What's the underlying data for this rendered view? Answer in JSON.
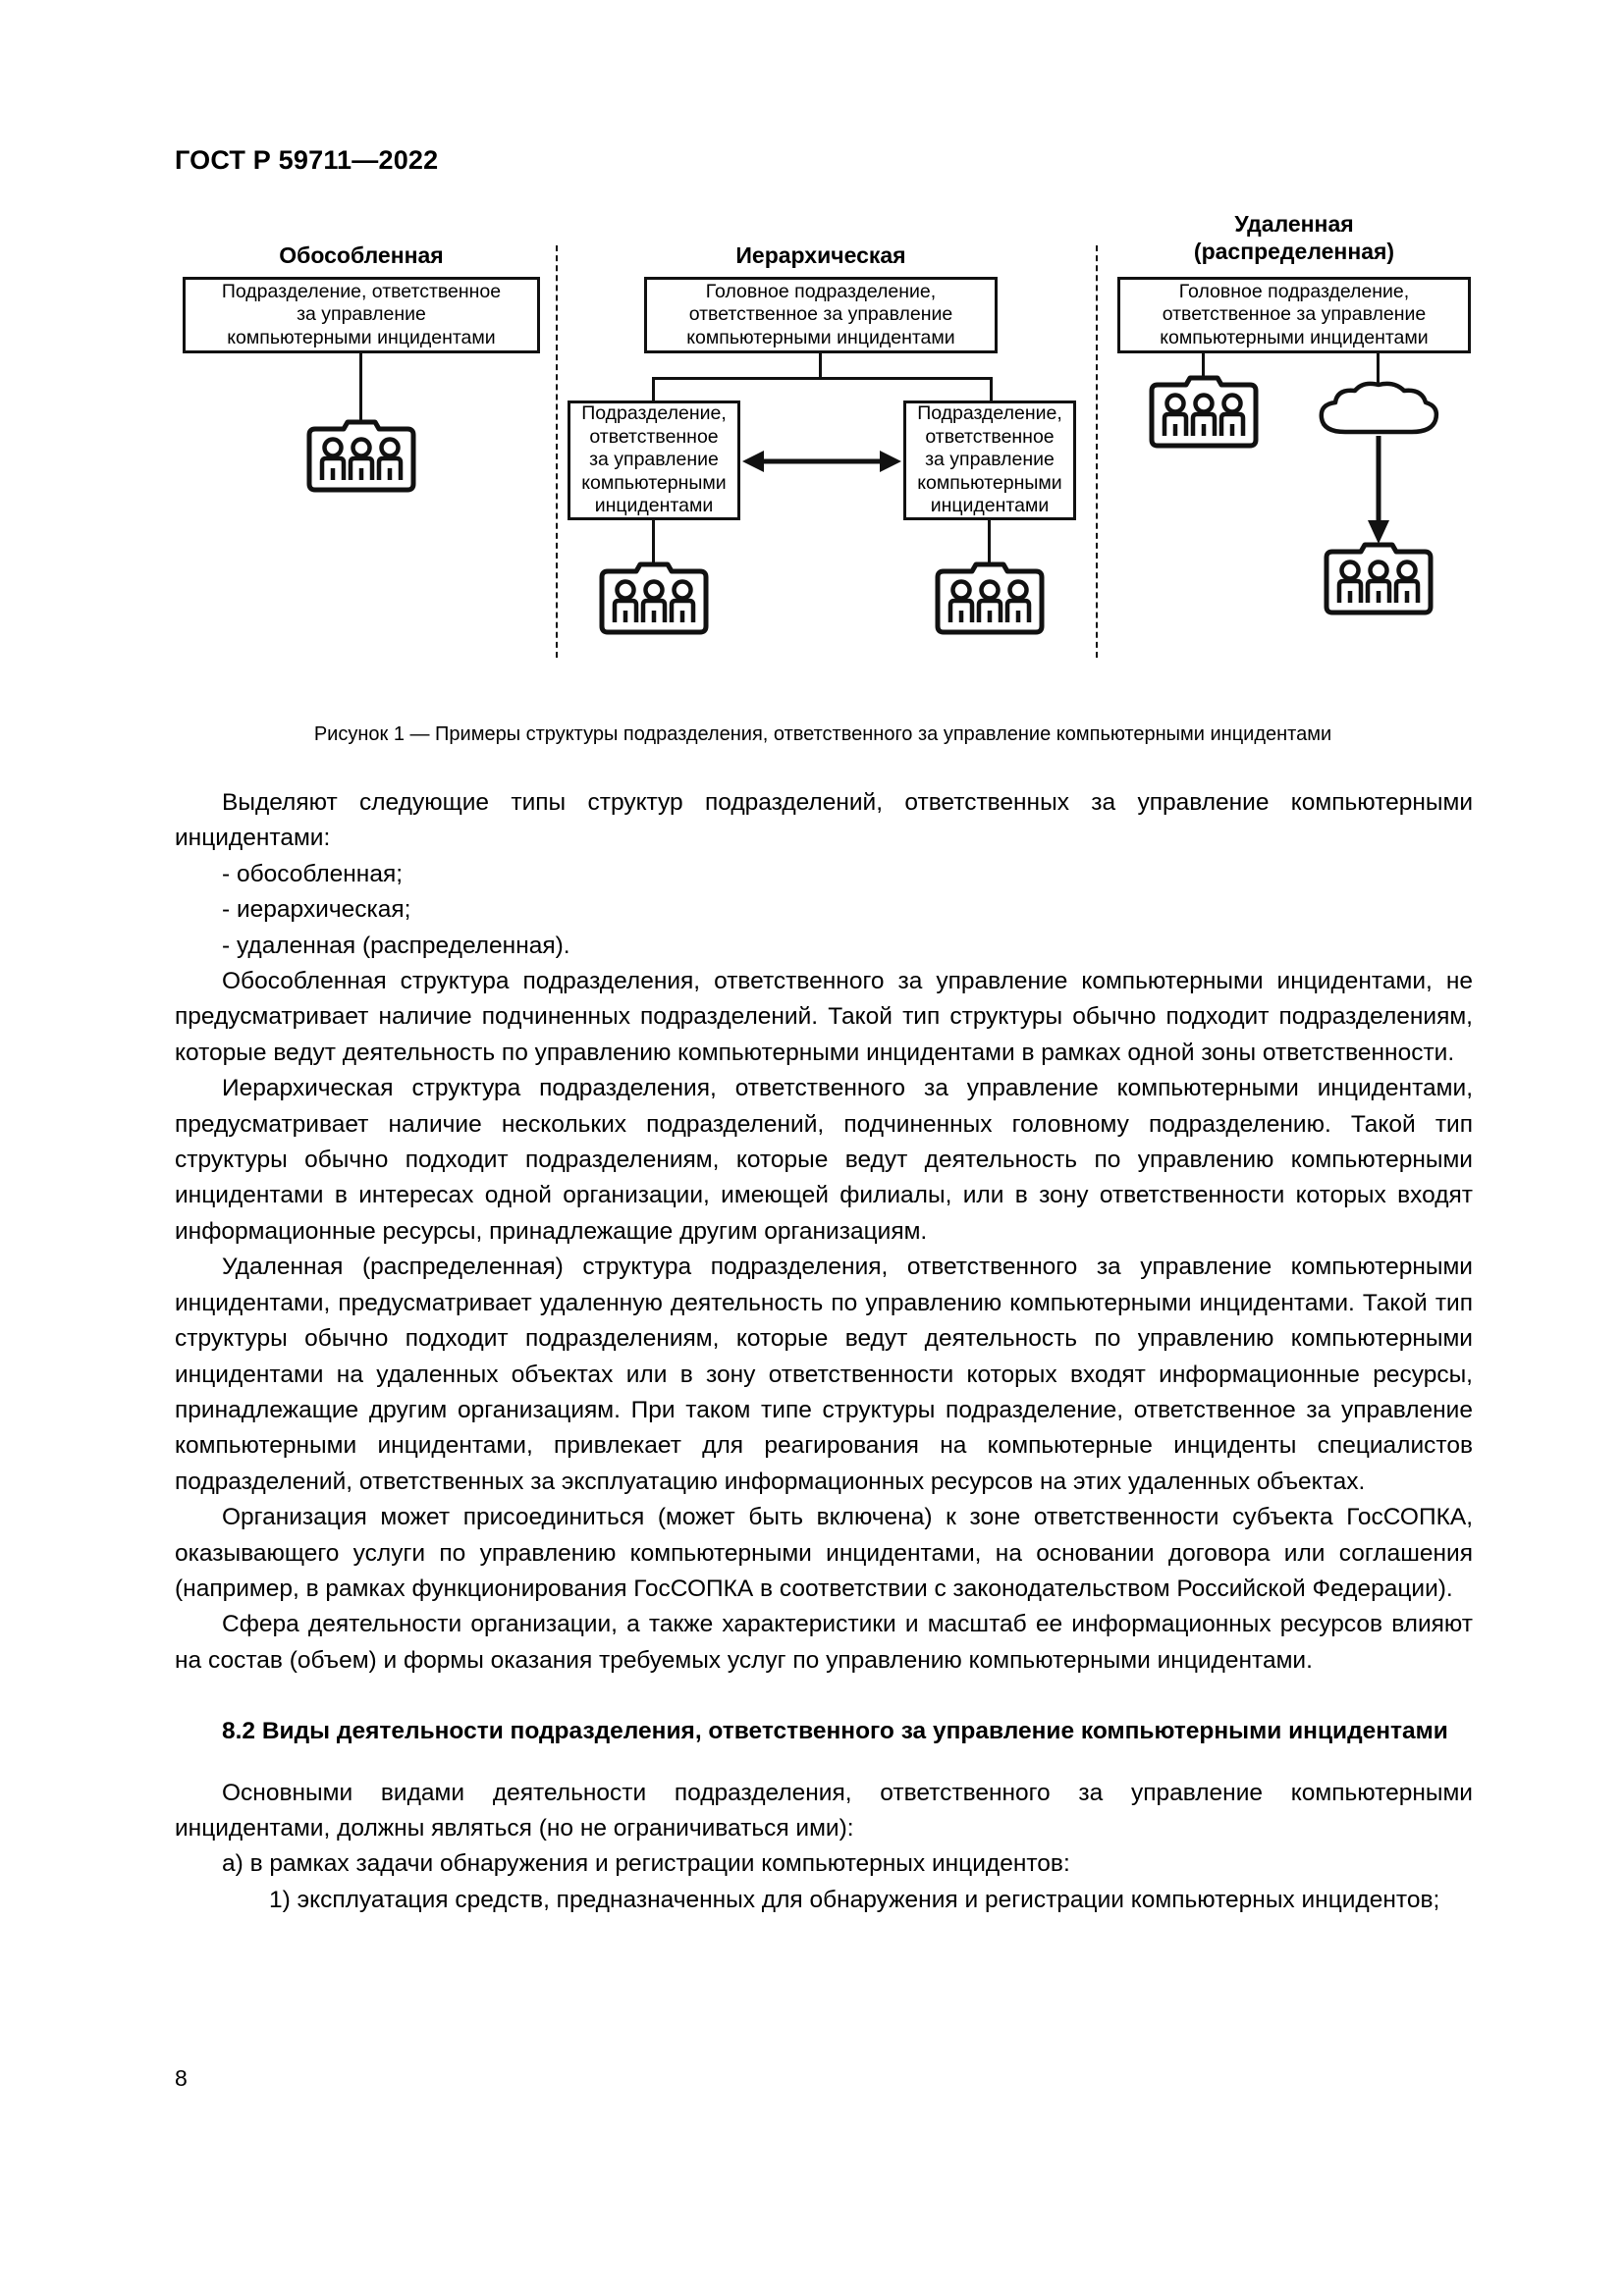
{
  "header": {
    "standard_title": "ГОСТ Р 59711—2022"
  },
  "figure": {
    "columns": [
      {
        "title": "Обособленная",
        "title_lines": [
          "Обособленная"
        ],
        "boxes": [
          {
            "id": "standalone-unit",
            "lines": [
              "Подразделение, ответственное",
              "за управление",
              "компьютерными инцидентами"
            ]
          }
        ],
        "icons": [
          "people-group-icon"
        ]
      },
      {
        "title": "Иерархическая",
        "title_lines": [
          "Иерархическая"
        ],
        "boxes": [
          {
            "id": "hierarchical-head-unit",
            "lines": [
              "Головное подразделение,",
              "ответственное за управление",
              "компьютерными инцидентами"
            ]
          },
          {
            "id": "hierarchical-sub-unit-left",
            "lines": [
              "Подразделение,",
              "ответственное",
              "за управление",
              "компьютерными",
              "инцидентами"
            ]
          },
          {
            "id": "hierarchical-sub-unit-right",
            "lines": [
              "Подразделение,",
              "ответственное",
              "за управление",
              "компьютерными",
              "инцидентами"
            ]
          }
        ],
        "icons": [
          "people-group-icon",
          "people-group-icon"
        ]
      },
      {
        "title": "Удаленная (распределенная)",
        "title_lines": [
          "Удаленная",
          "(распределенная)"
        ],
        "boxes": [
          {
            "id": "remote-head-unit",
            "lines": [
              "Головное подразделение,",
              "ответственное за управление",
              "компьютерными инцидентами"
            ]
          }
        ],
        "icons": [
          "people-group-icon",
          "cloud-icon",
          "people-group-icon"
        ]
      }
    ],
    "caption": "Рисунок 1 — Примеры структуры подразделения, ответственного за управление компьютерными инцидентами"
  },
  "body": {
    "intro": "Выделяют следующие типы структур подразделений, ответственных за управление компьютерными инцидентами:",
    "list_items": [
      "-  обособленная;",
      "-  иерархическая;",
      "-  удаленная (распределенная)."
    ],
    "paragraphs": [
      "Обособленная структура подразделения, ответственного за управление компьютерными инцидентами, не предусматривает наличие подчиненных подразделений. Такой тип структуры обычно подходит подразделениям, которые ведут деятельность по управлению компьютерными инцидентами в рамках одной зоны ответственности.",
      "Иерархическая структура подразделения, ответственного за управление компьютерными инцидентами, предусматривает наличие нескольких подразделений, подчиненных головному подразделению. Такой тип структуры обычно подходит подразделениям, которые ведут деятельность по управлению компьютерными инцидентами в интересах одной организации, имеющей филиалы, или в зону ответственности которых входят информационные ресурсы, принадлежащие другим организациям.",
      "Удаленная (распределенная) структура подразделения, ответственного за управление компьютерными инцидентами, предусматривает удаленную деятельность по управлению компьютерными инцидентами. Такой тип структуры обычно подходит подразделениям, которые ведут деятельность по управлению компьютерными инцидентами на удаленных объектах или в зону ответственности которых входят информационные ресурсы, принадлежащие другим организациям. При таком типе структуры подразделение, ответственное за управление компьютерными инцидентами, привлекает для реагирования на компьютерные инциденты специалистов подразделений, ответственных за эксплуатацию информационных ресурсов на этих удаленных объектах.",
      "Организация может присоединиться (может быть включена) к зоне ответственности субъекта ГосСОПКА, оказывающего услуги по управлению компьютерными инцидентами, на основании договора или соглашения (например, в рамках функционирования ГосСОПКА в соответствии с законодательством Российской Федерации).",
      "Сфера деятельности организации, а также характеристики и масштаб ее информационных ресурсов влияют на состав (объем) и формы оказания требуемых услуг по управлению компьютерными инцидентами."
    ],
    "section_heading": "8.2 Виды деятельности подразделения, ответственного за управление компьютерными инцидентами",
    "after_heading_paragraph": "Основными видами деятельности подразделения, ответственного за управление компьютерными инцидентами, должны являться (но не ограничиваться ими):",
    "item_a": "а) в рамках задачи обнаружения и регистрации компьютерных инцидентов:",
    "item_a_1": "1) эксплуатация средств, предназначенных для обнаружения и регистрации компьютерных инцидентов;"
  },
  "footer": {
    "page_number": "8"
  },
  "colors": {
    "text": "#000000",
    "background": "#ffffff",
    "stroke": "#111111"
  }
}
